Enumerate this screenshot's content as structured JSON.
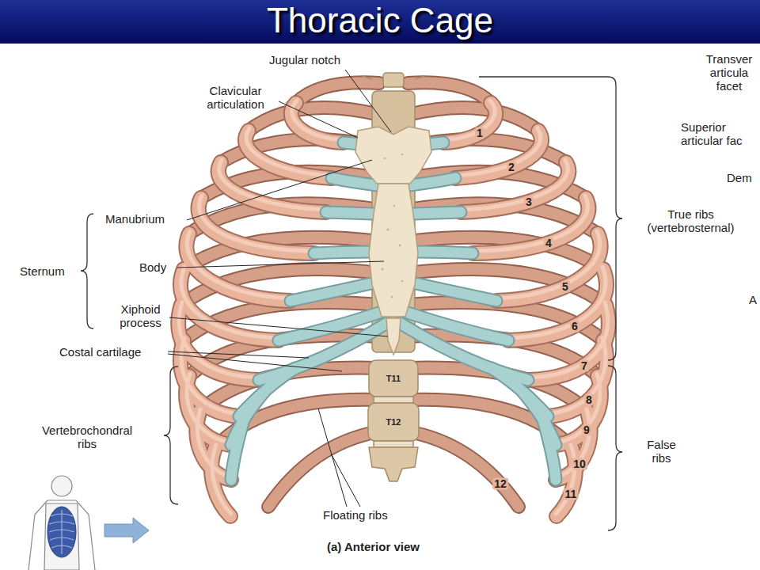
{
  "diagram": {
    "title": "Thoracic Cage",
    "labels": [
      "Jugular notch",
      "Clavicular articulation",
      "Manubrium",
      "Sternum",
      "Body",
      "Xiphoid process",
      "Costal cartilage",
      "Vertebrochondral ribs",
      "Floating ribs",
      "True ribs (vertebrosternal)",
      "False ribs",
      "(a) Anterior view",
      "1",
      "2",
      "3",
      "4",
      "5",
      "6",
      "7",
      "8",
      "9",
      "10",
      "11",
      "12",
      "T11",
      "T12",
      "Transver articula facet",
      "Superior articular fac",
      "Dem",
      "A"
    ]
  }
}
